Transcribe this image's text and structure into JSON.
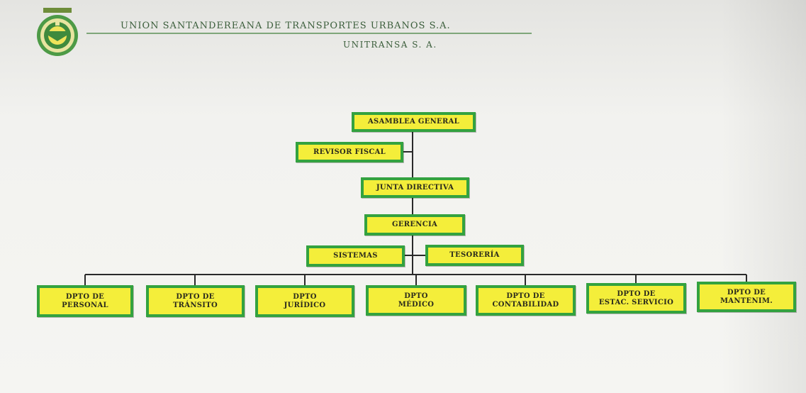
{
  "header": {
    "company_name": "UNION SANTANDEREANA DE TRANSPORTES URBANOS S.A.",
    "short_name": "UNITRANSA S. A.",
    "logo_icon": "company-seal-icon"
  },
  "org_chart": {
    "asamblea": "ASAMBLEA GENERAL",
    "revisor": "REVISOR FISCAL",
    "junta": "JUNTA DIRECTIVA",
    "gerencia": "GERENCIA",
    "sistemas": "SISTEMAS",
    "tesoreria": "TESORERÍA",
    "departments": [
      "DPTO DE\nPERSONAL",
      "DPTO DE\nTRÁNSITO",
      "DPTO\nJURÍDICO",
      "DPTO\nMÉDICO",
      "DPTO DE\nCONTABILIDAD",
      "DPTO DE\nESTAC. SERVICIO",
      "DPTO DE\nMANTENIM."
    ]
  },
  "colors": {
    "box_fill": "#f4ee3a",
    "box_border": "#33a23f",
    "connector": "#2a2a2a",
    "header_text": "#3a5d3a"
  }
}
